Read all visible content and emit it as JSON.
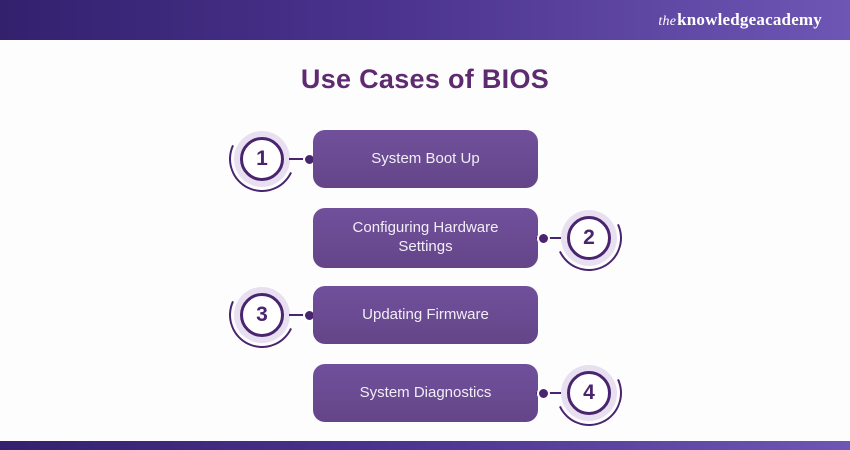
{
  "header": {
    "logo": {
      "the": "the",
      "knowledge": "knowledge",
      "academy": "academy"
    }
  },
  "title": "Use Cases of BIOS",
  "items": [
    {
      "number": "1",
      "label": "System Boot Up",
      "side": "left"
    },
    {
      "number": "2",
      "label": "Configuring Hardware Settings",
      "side": "right"
    },
    {
      "number": "3",
      "label": "Updating Firmware",
      "side": "left"
    },
    {
      "number": "4",
      "label": "System Diagnostics",
      "side": "right"
    }
  ],
  "colors": {
    "accent_dark_purple": "#4a256f",
    "pill_purple": "#6a4b8c",
    "title_purple": "#5e2a70",
    "bar_gradient_start": "#33216e",
    "bar_gradient_end": "#6e56b4",
    "circle_halo": "#e8e0f1"
  }
}
